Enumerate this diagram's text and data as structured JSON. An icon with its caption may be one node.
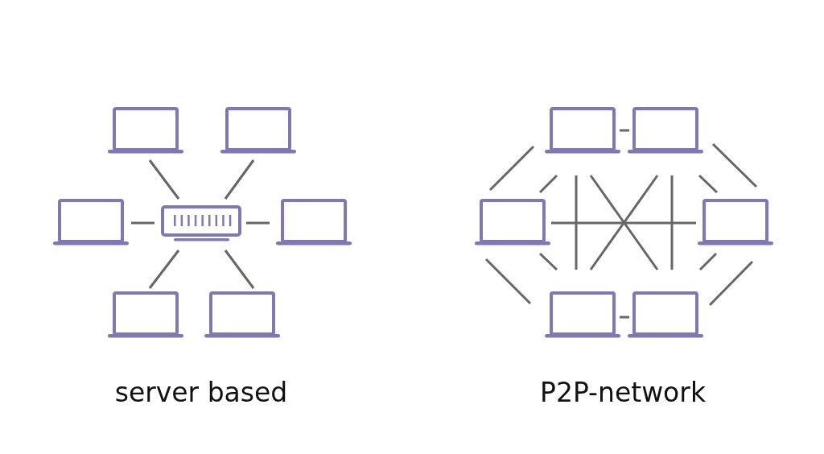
{
  "diagram": {
    "nodes": [
      {
        "text": [],
        "shape": "box"
      },
      {
        "text": [],
        "shape": "box"
      },
      {
        "text": [],
        "shape": "box"
      },
      {
        "text": [],
        "shape": "picture"
      },
      {
        "text": [],
        "shape": "box"
      },
      {
        "text": [],
        "shape": "box"
      },
      {
        "text": [],
        "shape": "box"
      },
      {
        "text": [],
        "shape": "box"
      },
      {
        "text": [],
        "shape": "box"
      },
      {
        "text": [],
        "shape": "box"
      },
      {
        "text": [],
        "shape": "box"
      },
      {
        "text": [],
        "shape": "box"
      },
      {
        "text": [],
        "shape": "box"
      }
    ],
    "edges": [
      {
        "from": 0,
        "to": 3,
        "arrow": "none"
      },
      {
        "from": 1,
        "to": 3,
        "arrow": "none"
      },
      {
        "from": 2,
        "to": 3,
        "arrow": "none"
      },
      {
        "from": 4,
        "to": 3,
        "arrow": "none"
      },
      {
        "from": 5,
        "to": 3,
        "arrow": "none"
      },
      {
        "from": 6,
        "to": 3,
        "arrow": "none"
      },
      {
        "from": 7,
        "to": 8,
        "arrow": "none"
      },
      {
        "from": 7,
        "to": 9,
        "arrow": "none"
      },
      {
        "from": 8,
        "to": 10,
        "arrow": "none"
      },
      {
        "from": 9,
        "to": null,
        "arrow": "none"
      },
      {
        "from": 10,
        "to": null,
        "arrow": "none"
      },
      {
        "from": 7,
        "to": 11,
        "arrow": "none"
      },
      {
        "from": 7,
        "to": 12,
        "arrow": "none"
      },
      {
        "from": 8,
        "to": 11,
        "arrow": "none"
      },
      {
        "from": 8,
        "to": 12,
        "arrow": "none"
      },
      {
        "from": 9,
        "to": 10,
        "arrow": "none"
      },
      {
        "from": 9,
        "to": null,
        "arrow": "none"
      },
      {
        "from": 10,
        "to": null,
        "arrow": "none"
      },
      {
        "from": 9,
        "to": 11,
        "arrow": "none"
      },
      {
        "from": 10,
        "to": 12,
        "arrow": "none"
      },
      {
        "from": 11,
        "to": 12,
        "arrow": "none"
      }
    ],
    "labels": [
      "server based",
      "P2P-network"
    ]
  }
}
